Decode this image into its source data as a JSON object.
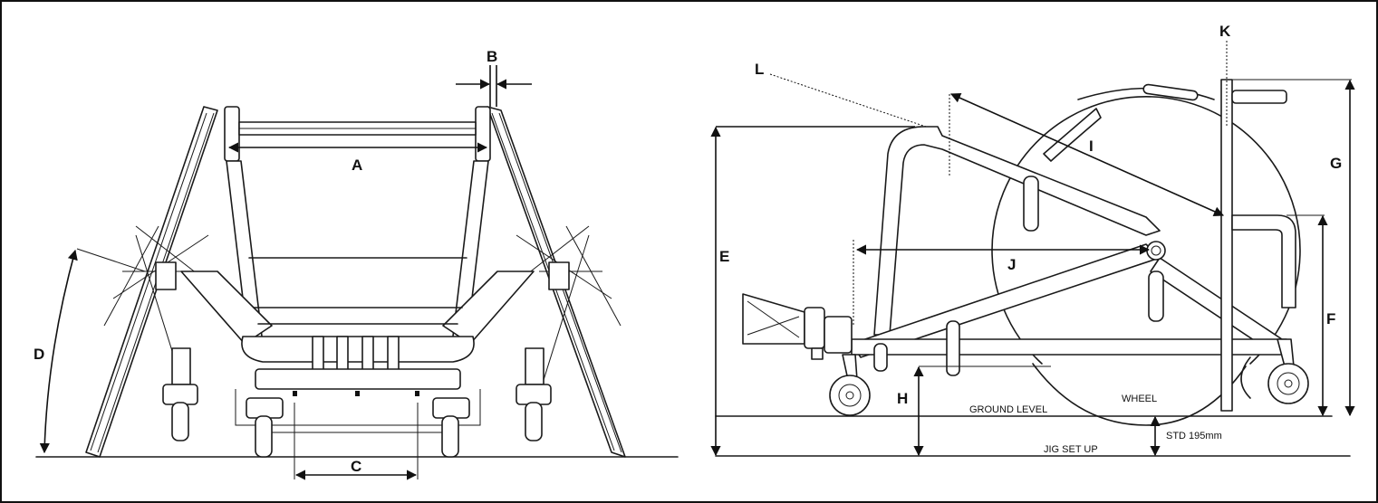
{
  "front_view": {
    "labels": {
      "A": "A",
      "B": "B",
      "C": "C",
      "D": "D"
    }
  },
  "side_view": {
    "labels": {
      "E": "E",
      "F": "F",
      "G": "G",
      "H": "H",
      "I": "I",
      "J": "J",
      "K": "K",
      "L": "L"
    },
    "annotations": {
      "ground_level": "GROUND LEVEL",
      "wheel": "WHEEL",
      "std": "STD  195mm",
      "jig": "JIG SET UP"
    }
  }
}
